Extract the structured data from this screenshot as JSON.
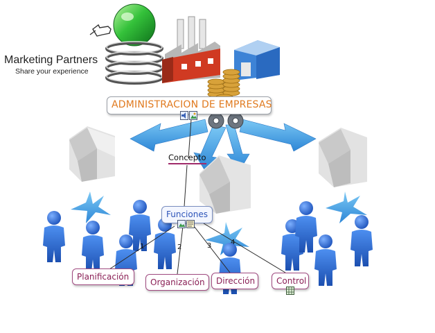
{
  "brand": {
    "title": "Marketing Partners",
    "subtitle": "Share your experience"
  },
  "map": {
    "root": "ADMINISTRACION DE EMPRESAS",
    "link_label": "Concepto",
    "functions": "Funciones",
    "children": [
      {
        "label": "Planificación",
        "number": "1"
      },
      {
        "label": "Organización",
        "number": "2"
      },
      {
        "label": "Dirección",
        "number": "3"
      },
      {
        "label": "Control",
        "number": "4"
      }
    ]
  },
  "colors": {
    "arrow_blue": "#3a9fe2",
    "person_blue": "#2a63c8",
    "root_text": "#e07a1f",
    "functions_text": "#2d54b8",
    "child_text": "#8a1f55",
    "house_gray": "#c8c8c8",
    "factory_red": "#c83a22",
    "sphere_green": "#2fbf3a",
    "coin_gold": "#d8a23a"
  },
  "icons": [
    "hand-pointer-icon",
    "green-sphere-icon",
    "factory-icon",
    "warehouse-icon",
    "coins-icon",
    "gears-icon",
    "house-icon",
    "person-icon",
    "audio-icon",
    "image-icon",
    "note-icon",
    "table-icon"
  ]
}
